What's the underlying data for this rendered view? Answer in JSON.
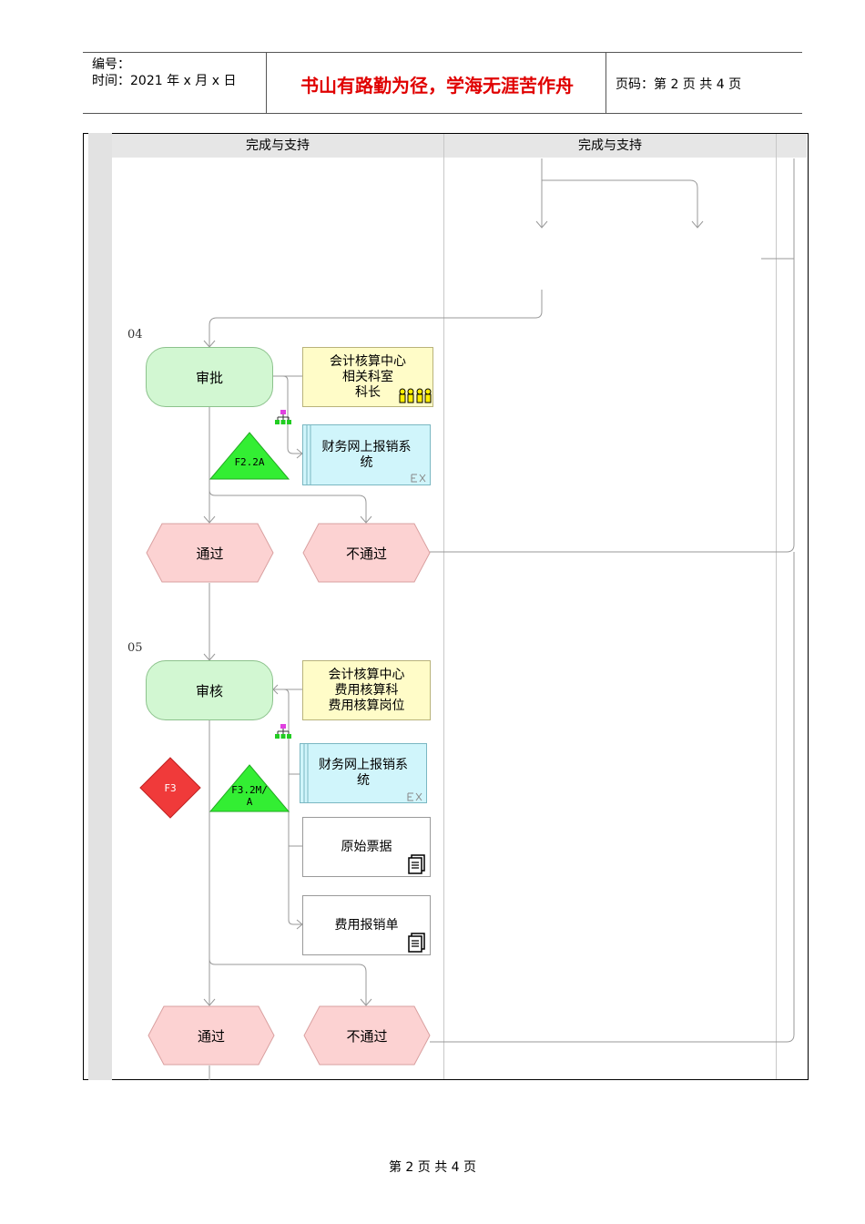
{
  "header": {
    "number_label": "编号：",
    "time_label": "时间：2021 年 x 月 x 日",
    "motto": "书山有路勤为径，学海无涯苦作舟",
    "page_label": "页码：第 2 页  共 4 页"
  },
  "lanes": [
    {
      "title": "完成与支持"
    },
    {
      "title": "完成与支持"
    }
  ],
  "steps": [
    {
      "number": "04",
      "function": "审批",
      "org": "会计核算中心\n相关科室\n科长",
      "system": "财务网上报销系\n统",
      "kpi": "F2.2A",
      "events": [
        "通过",
        "不通过"
      ]
    },
    {
      "number": "05",
      "function": "审核",
      "org": "会计核算中心\n费用核算科\n费用核算岗位",
      "system": "财务网上报销系\n统",
      "risk": "F3",
      "kpi": "F3.2M/\nA",
      "documents": [
        "原始票据",
        "费用报销单"
      ],
      "events": [
        "通过",
        "不通过"
      ]
    }
  ],
  "colors": {
    "function_fill": "#d2f7d2",
    "event_fill": "#fcd2d2",
    "org_fill": "#fffcc8",
    "system_fill": "#d0f5fb",
    "kpi_fill": "#33ee33",
    "risk_fill": "#f03a3a",
    "motto": "#e00000"
  },
  "icons": [
    "people-group-icon",
    "hierarchy-icon",
    "exit-icon",
    "document-icon"
  ],
  "footer": {
    "page_text": "第  2  页  共  4  页"
  }
}
